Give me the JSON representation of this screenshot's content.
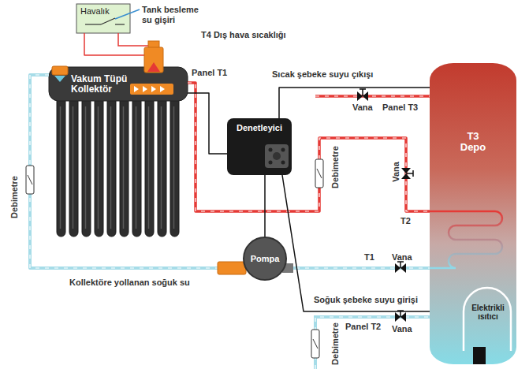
{
  "diagram": {
    "nodes": [
      {
        "text": [
          "Havalık"
        ]
      },
      {
        "text": [
          "Vakum Tüpü Kollektör"
        ]
      },
      {
        "text": [
          "Denetleyici"
        ]
      },
      {
        "text": [
          "Pompa"
        ]
      },
      {
        "text": [
          "T3 Depo"
        ]
      },
      {
        "text": [
          "Elektrikli ısıtıcı"
        ],
        "in": 4
      }
    ],
    "edges": [
      {
        "from": 0,
        "to": 1,
        "arrow": "none"
      },
      {
        "from": 1,
        "to": 3,
        "arrow": "none"
      },
      {
        "from": 3,
        "to": 4,
        "arrow": "none"
      },
      {
        "from": 1,
        "to": 4,
        "arrow": "none"
      },
      {
        "from": 2,
        "to": 1,
        "arrow": "none"
      },
      {
        "from": 2,
        "to": 3,
        "arrow": "none"
      },
      {
        "from": 2,
        "to": 4,
        "arrow": "none"
      },
      {
        "from": 2,
        "to": 4,
        "arrow": "none"
      }
    ],
    "labels": [
      "Tank besleme su gişiri",
      "T4 Dış hava sıcaklığı",
      "Panel T1",
      "Sıcak şebeke suyu çıkışı",
      "Vana",
      "Panel T3",
      "Debimetre",
      "Vana",
      "T2",
      "T1",
      "Vana",
      "Debimetre",
      "Kollektöre yollanan soğuk su",
      "Soğuk şebeke suyu girişi",
      "Panel T2",
      "Vana",
      "Debimetre"
    ]
  }
}
